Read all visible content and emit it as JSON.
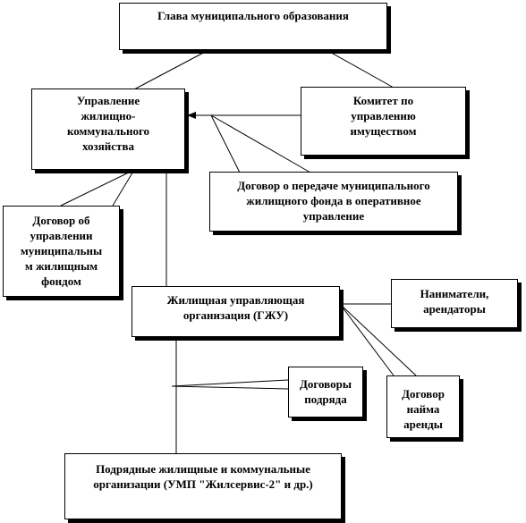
{
  "nodes": {
    "head": "Глава муниципального образования",
    "housing_dept_l1": "Управление",
    "housing_dept_l2": "жилищно-",
    "housing_dept_l3": "коммунального",
    "housing_dept_l4": "хозяйства",
    "property_committee_l1": "Комитет по",
    "property_committee_l2": "управлению",
    "property_committee_l3": "имуществом",
    "transfer_contract_l1": "Договор о передаче муниципального",
    "transfer_contract_l2": "жилищного фонда в оперативное",
    "transfer_contract_l3": "управление",
    "mgmt_contract_l1": "Договор об",
    "mgmt_contract_l2": "управлении",
    "mgmt_contract_l3": "муниципальны",
    "mgmt_contract_l4": "м жилищным",
    "mgmt_contract_l5": "фондом",
    "gzu_l1": "Жилищная управляющая",
    "gzu_l2": "организация (ГЖУ)",
    "tenants_l1": "Наниматели,",
    "tenants_l2": "арендаторы",
    "contracts_work_l1": "Договоры",
    "contracts_work_l2": "подряда",
    "lease_contract_l1": "Договор",
    "lease_contract_l2": "найма",
    "lease_contract_l3": "аренды",
    "contractors_l1": "Подрядные жилищные и коммунальные",
    "contractors_l2": "организации (УМП \"Жилсервис-2\" и др.)"
  }
}
